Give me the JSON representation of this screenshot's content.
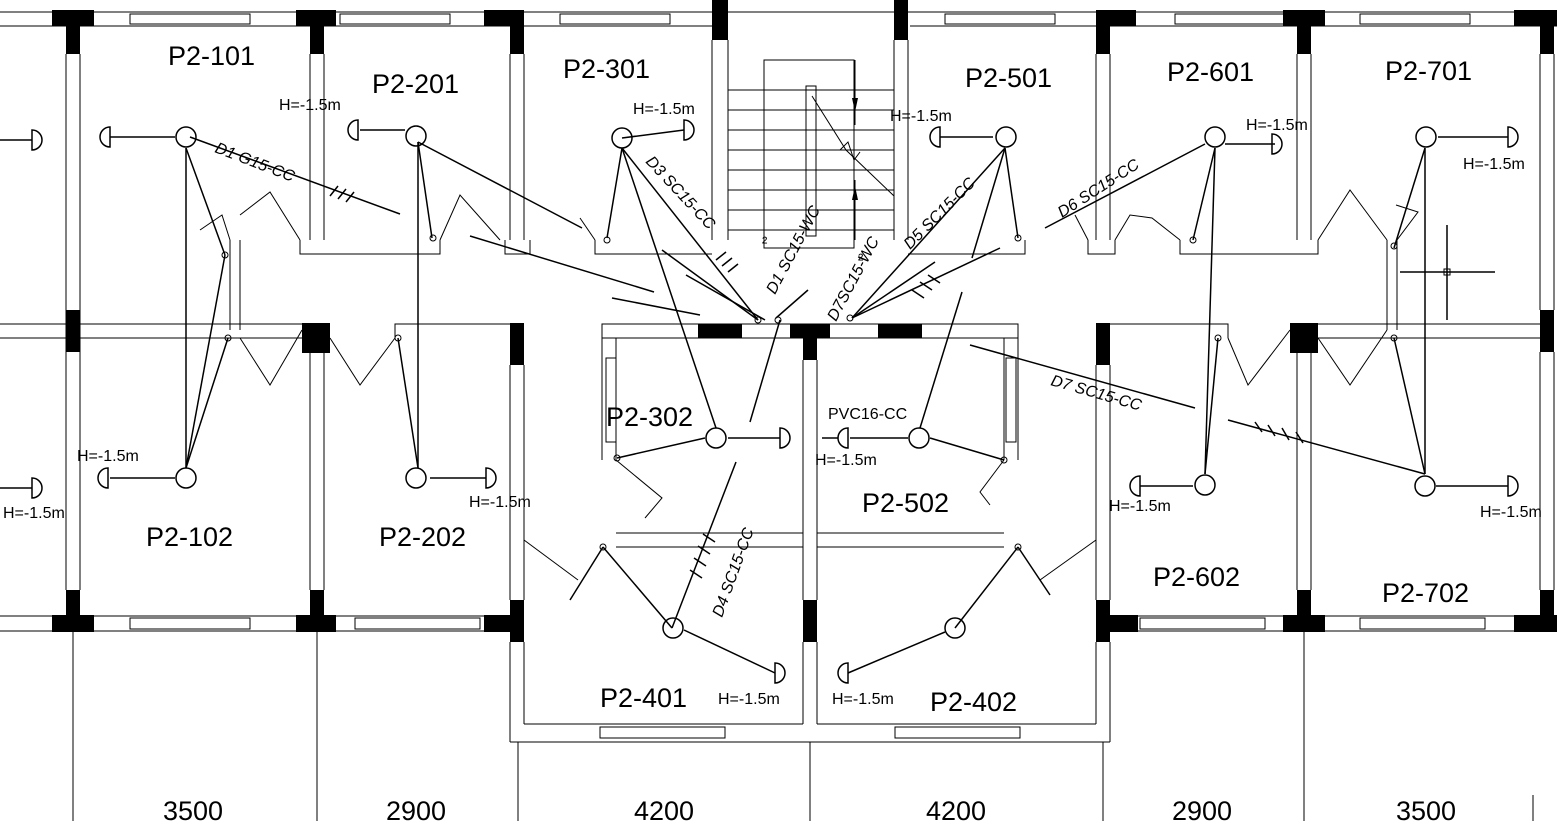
{
  "rooms": [
    {
      "id": "101",
      "label": "P2-101"
    },
    {
      "id": "201",
      "label": "P2-201"
    },
    {
      "id": "301",
      "label": "P2-301"
    },
    {
      "id": "501",
      "label": "P2-501"
    },
    {
      "id": "601",
      "label": "P2-601"
    },
    {
      "id": "701",
      "label": "P2-701"
    },
    {
      "id": "102",
      "label": "P2-102"
    },
    {
      "id": "202",
      "label": "P2-202"
    },
    {
      "id": "302",
      "label": "P2-302"
    },
    {
      "id": "502",
      "label": "P2-502"
    },
    {
      "id": "602",
      "label": "P2-602"
    },
    {
      "id": "702",
      "label": "P2-702"
    },
    {
      "id": "401",
      "label": "P2-401"
    },
    {
      "id": "402",
      "label": "P2-402"
    }
  ],
  "height_note": "H=-1.5m",
  "pipe_labels": [
    {
      "id": "d1g15",
      "text": "D1 G15-CC"
    },
    {
      "id": "d3",
      "text": "D3 SC15-CC"
    },
    {
      "id": "d1sc",
      "text": "D1 SC15-WC"
    },
    {
      "id": "d7wc",
      "text": "D7SC15-WC"
    },
    {
      "id": "d5",
      "text": "D5 SC15-CC"
    },
    {
      "id": "d6",
      "text": "D6 SC15-CC"
    },
    {
      "id": "d7cc",
      "text": "D7 SC15-CC"
    },
    {
      "id": "d4",
      "text": "D4 SC15-CC"
    },
    {
      "id": "pvc",
      "text": "PVC16-CC"
    }
  ],
  "dimensions": [
    "3500",
    "2900",
    "4200",
    "4200",
    "2900",
    "3500"
  ],
  "stair_marks": [
    "²",
    "²"
  ]
}
